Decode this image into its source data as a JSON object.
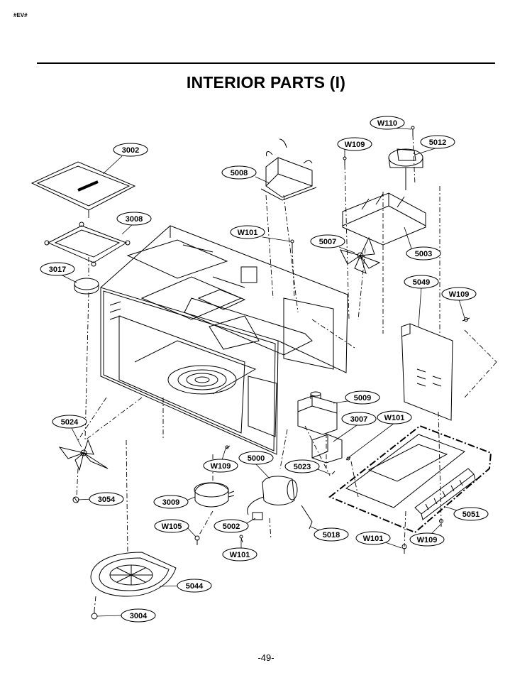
{
  "header": {
    "corner_mark": "#EV#"
  },
  "title": "INTERIOR PARTS (I)",
  "page_number": "-49-",
  "callouts": [
    {
      "label": "W110"
    },
    {
      "label": "W109"
    },
    {
      "label": "5012"
    },
    {
      "label": "3002"
    },
    {
      "label": "5008"
    },
    {
      "label": "3008"
    },
    {
      "label": "W101"
    },
    {
      "label": "5007"
    },
    {
      "label": "5003"
    },
    {
      "label": "3017"
    },
    {
      "label": "5049"
    },
    {
      "label": "W109"
    },
    {
      "label": "5009"
    },
    {
      "label": "3007"
    },
    {
      "label": "W101"
    },
    {
      "label": "5024"
    },
    {
      "label": "5000"
    },
    {
      "label": "W109"
    },
    {
      "label": "5023"
    },
    {
      "label": "3054"
    },
    {
      "label": "3009"
    },
    {
      "label": "5051"
    },
    {
      "label": "W105"
    },
    {
      "label": "5002"
    },
    {
      "label": "5018"
    },
    {
      "label": "W101"
    },
    {
      "label": "W109"
    },
    {
      "label": "W101"
    },
    {
      "label": "5044"
    },
    {
      "label": "3004"
    }
  ]
}
